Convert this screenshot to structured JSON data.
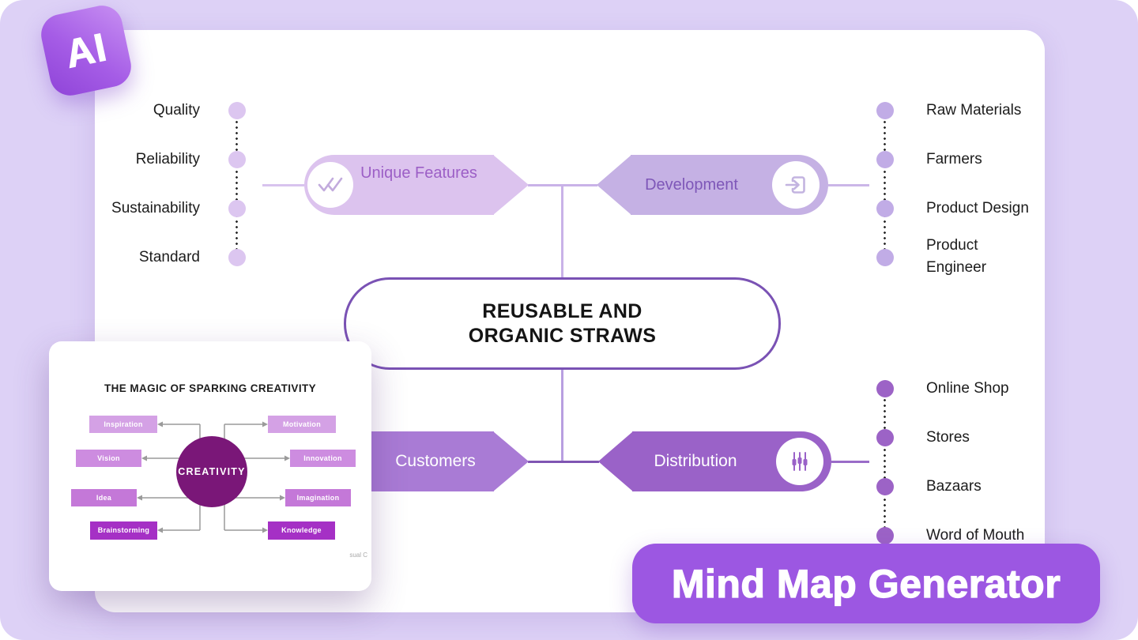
{
  "app": {
    "badge_label": "AI",
    "banner_label": "Mind Map Generator"
  },
  "colors": {
    "background": "#ddd1f6",
    "banner_purple": "#9c57e2",
    "node_unique_features": "#dcc3ee",
    "node_development": "#c5b1e4",
    "node_customers": "#a97bd5",
    "node_distribution": "#9a62c8",
    "center_border": "#7a52b4",
    "mini_center_circle": "#7a1778"
  },
  "mindmap": {
    "center": {
      "line1": "REUSABLE AND",
      "line2": "ORGANIC STRAWS"
    },
    "branches": [
      {
        "label": "Unique Features",
        "icon": "double-check-icon"
      },
      {
        "label": "Development",
        "icon": "box-arrow-in-right-icon"
      },
      {
        "label": "Customers",
        "icon": ""
      },
      {
        "label": "Distribution",
        "icon": "sliders-icon"
      }
    ],
    "left_items": [
      "Quality",
      "Reliability",
      "Sustainability",
      "Standard"
    ],
    "top_right_items": [
      "Raw Materials",
      "Farmers",
      "Product Design",
      "Product Engineer"
    ],
    "bottom_right_items": [
      "Online Shop",
      "Stores",
      "Bazaars",
      "Word of Mouth"
    ]
  },
  "mini": {
    "title": "THE MAGIC OF SPARKING CREATIVITY",
    "center_label": "CREATIVITY",
    "left_items": [
      "Inspiration",
      "Vision",
      "Idea",
      "Brainstorming"
    ],
    "right_items": [
      "Motivation",
      "Innovation",
      "Imagination",
      "Knowledge"
    ],
    "watermark": "sual C"
  }
}
